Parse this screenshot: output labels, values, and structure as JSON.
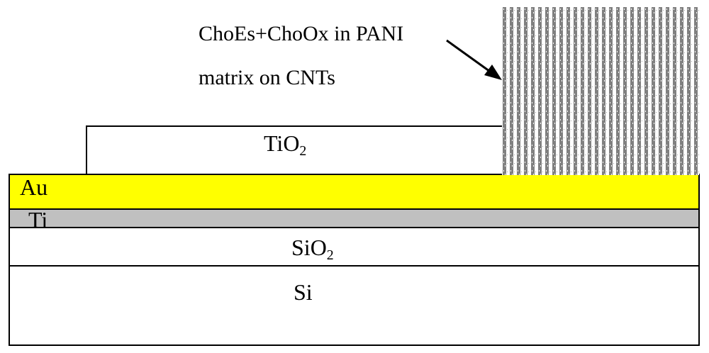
{
  "layers": {
    "si": {
      "label": "Si"
    },
    "sio2": {
      "label": "SiO",
      "subscript": "2"
    },
    "ti": {
      "label": "Ti",
      "fill": "#c0c0c0"
    },
    "au": {
      "label": "Au",
      "fill": "#ffff00"
    },
    "tio2": {
      "label": "TiO",
      "subscript": "2"
    }
  },
  "annotation": {
    "line1": "ChoEs+ChoOx in PANI",
    "line2": "matrix on CNTs"
  },
  "cnt_block": {
    "fill": "#808080"
  }
}
